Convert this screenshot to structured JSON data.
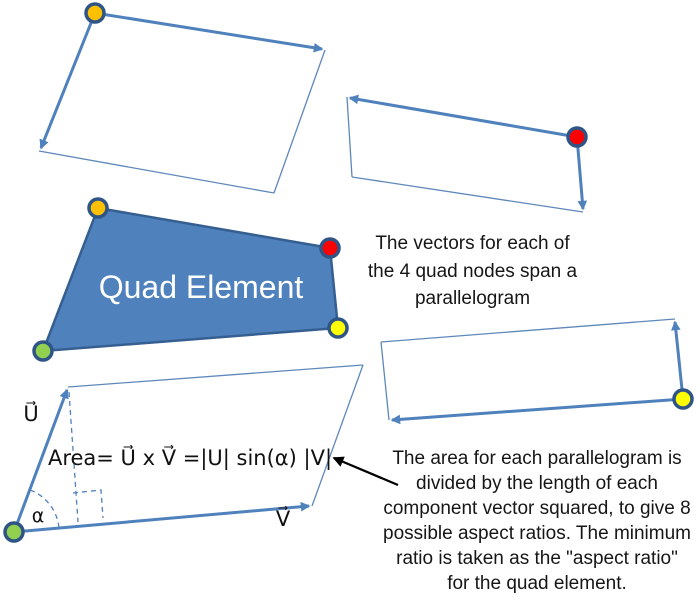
{
  "colors": {
    "line_blue": "#4f81bd",
    "quad_fill": "#4f81bd",
    "node_orange": "#FFC000",
    "node_red": "#FF0000",
    "node_yellow": "#FFFF00",
    "node_green": "#92D050",
    "annotation_black": "#000000"
  },
  "quad_element": {
    "label": "Quad Element"
  },
  "formula": "Area= U⃗ x V⃗ =|U| sin(α) |V|",
  "vector_labels": {
    "u": "U⃗",
    "v": "V⃗",
    "alpha": "α"
  },
  "annotations": {
    "span_note": "The vectors for each of\nthe 4 quad nodes span a\nparallelogram",
    "aspect_note": "The area for each parallelogram is\ndivided by the length of each\ncomponent vector squared, to give 8\npossible aspect ratios. The minimum\nratio is taken as the \"aspect ratio\"\nfor the quad element."
  }
}
